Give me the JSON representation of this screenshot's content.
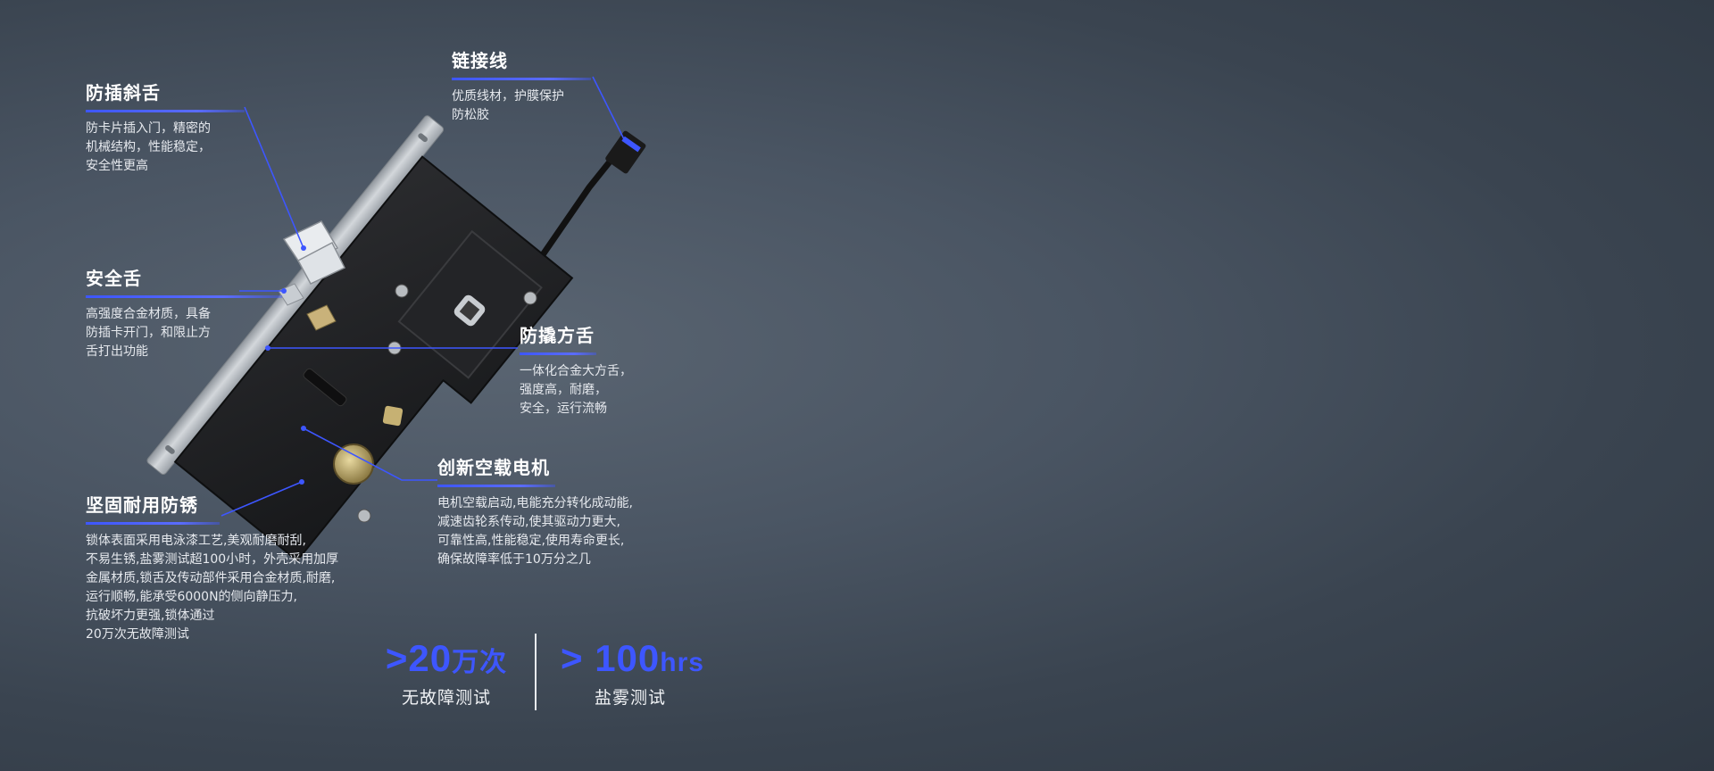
{
  "features": {
    "anti_insert": {
      "title": "防插斜舌",
      "lines": [
        "防卡片插入门，精密的",
        "机械结构，性能稳定，",
        "安全性更高"
      ]
    },
    "cable": {
      "title": "链接线",
      "lines": [
        "优质线材，护膜保护",
        "防松胶"
      ]
    },
    "safety_tongue": {
      "title": "安全舌",
      "lines": [
        "高强度合金材质，具备",
        "防插卡开门，和限止方",
        "舌打出功能"
      ]
    },
    "anti_pry": {
      "title": "防撬方舌",
      "lines": [
        "一体化合金大方舌，",
        "强度高，耐磨，",
        "安全，运行流畅"
      ]
    },
    "motor": {
      "title": "创新空载电机",
      "lines": [
        "电机空载启动,电能充分转化成动能,",
        "减速齿轮系传动,使其驱动力更大,",
        "可靠性高,性能稳定,使用寿命更长,",
        "确保故障率低于10万分之几"
      ]
    },
    "durable": {
      "title": "坚固耐用防锈",
      "lines": [
        "锁体表面采用电泳漆工艺,美观耐磨耐刮,",
        "不易生锈,盐雾测试超100小时，外壳采用加厚",
        "金属材质,锁舌及传动部件采用合金材质,耐磨,",
        "运行顺畅,能承受6000N的侧向静压力,",
        "抗破坏力更强,锁体通过",
        "20万次无故障测试"
      ]
    }
  },
  "stats": {
    "cycles": {
      "prefix": ">20",
      "unit": "万次",
      "caption": "无故障测试"
    },
    "salt_spray": {
      "prefix": "> 100",
      "unit": "hrs",
      "caption": "盐雾测试"
    }
  },
  "colors": {
    "accent": "#3d56ff",
    "lock_body": "#1e1f21",
    "faceplate": "#b9bec4"
  }
}
